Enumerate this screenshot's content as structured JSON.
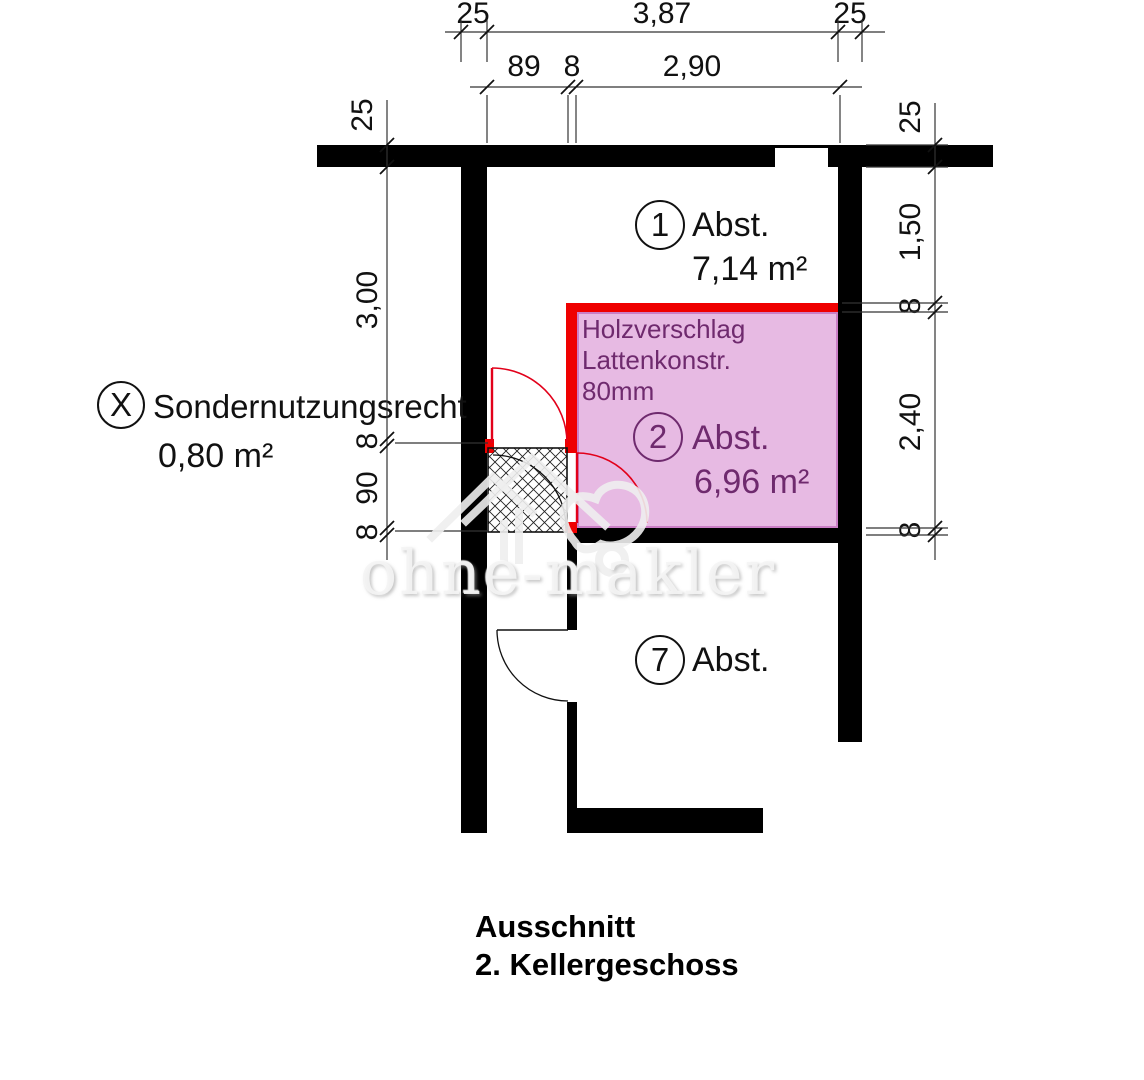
{
  "title": {
    "line1": "Ausschnitt",
    "line2": "2. Kellergeschoss"
  },
  "watermark": {
    "text": "ohne-makler"
  },
  "rooms": [
    {
      "number": "1",
      "name": "Abst.",
      "area": "7,14 m²"
    },
    {
      "number": "2",
      "name": "Abst.",
      "area": "6,96 m²",
      "annotation": [
        "Holzverschlag",
        "Lattenkonstr.",
        "80mm"
      ]
    },
    {
      "number": "7",
      "name": "Abst."
    },
    {
      "number": "X",
      "name": "Sondernutzungsrecht",
      "area": "0,80 m²"
    }
  ],
  "dimensions": {
    "top_row1": [
      "25",
      "3,87",
      "25"
    ],
    "top_row2": [
      "89",
      "8",
      "2,90"
    ],
    "left": [
      "25",
      "3,00",
      "8",
      "90",
      "8"
    ],
    "right": [
      "25",
      "1,50",
      "8",
      "2,40",
      "8"
    ]
  },
  "colors": {
    "wall": "#000000",
    "highlight_fill": "#e7bae3",
    "highlight_border": "#ef0000",
    "annotation_text": "#6f2a6e"
  }
}
